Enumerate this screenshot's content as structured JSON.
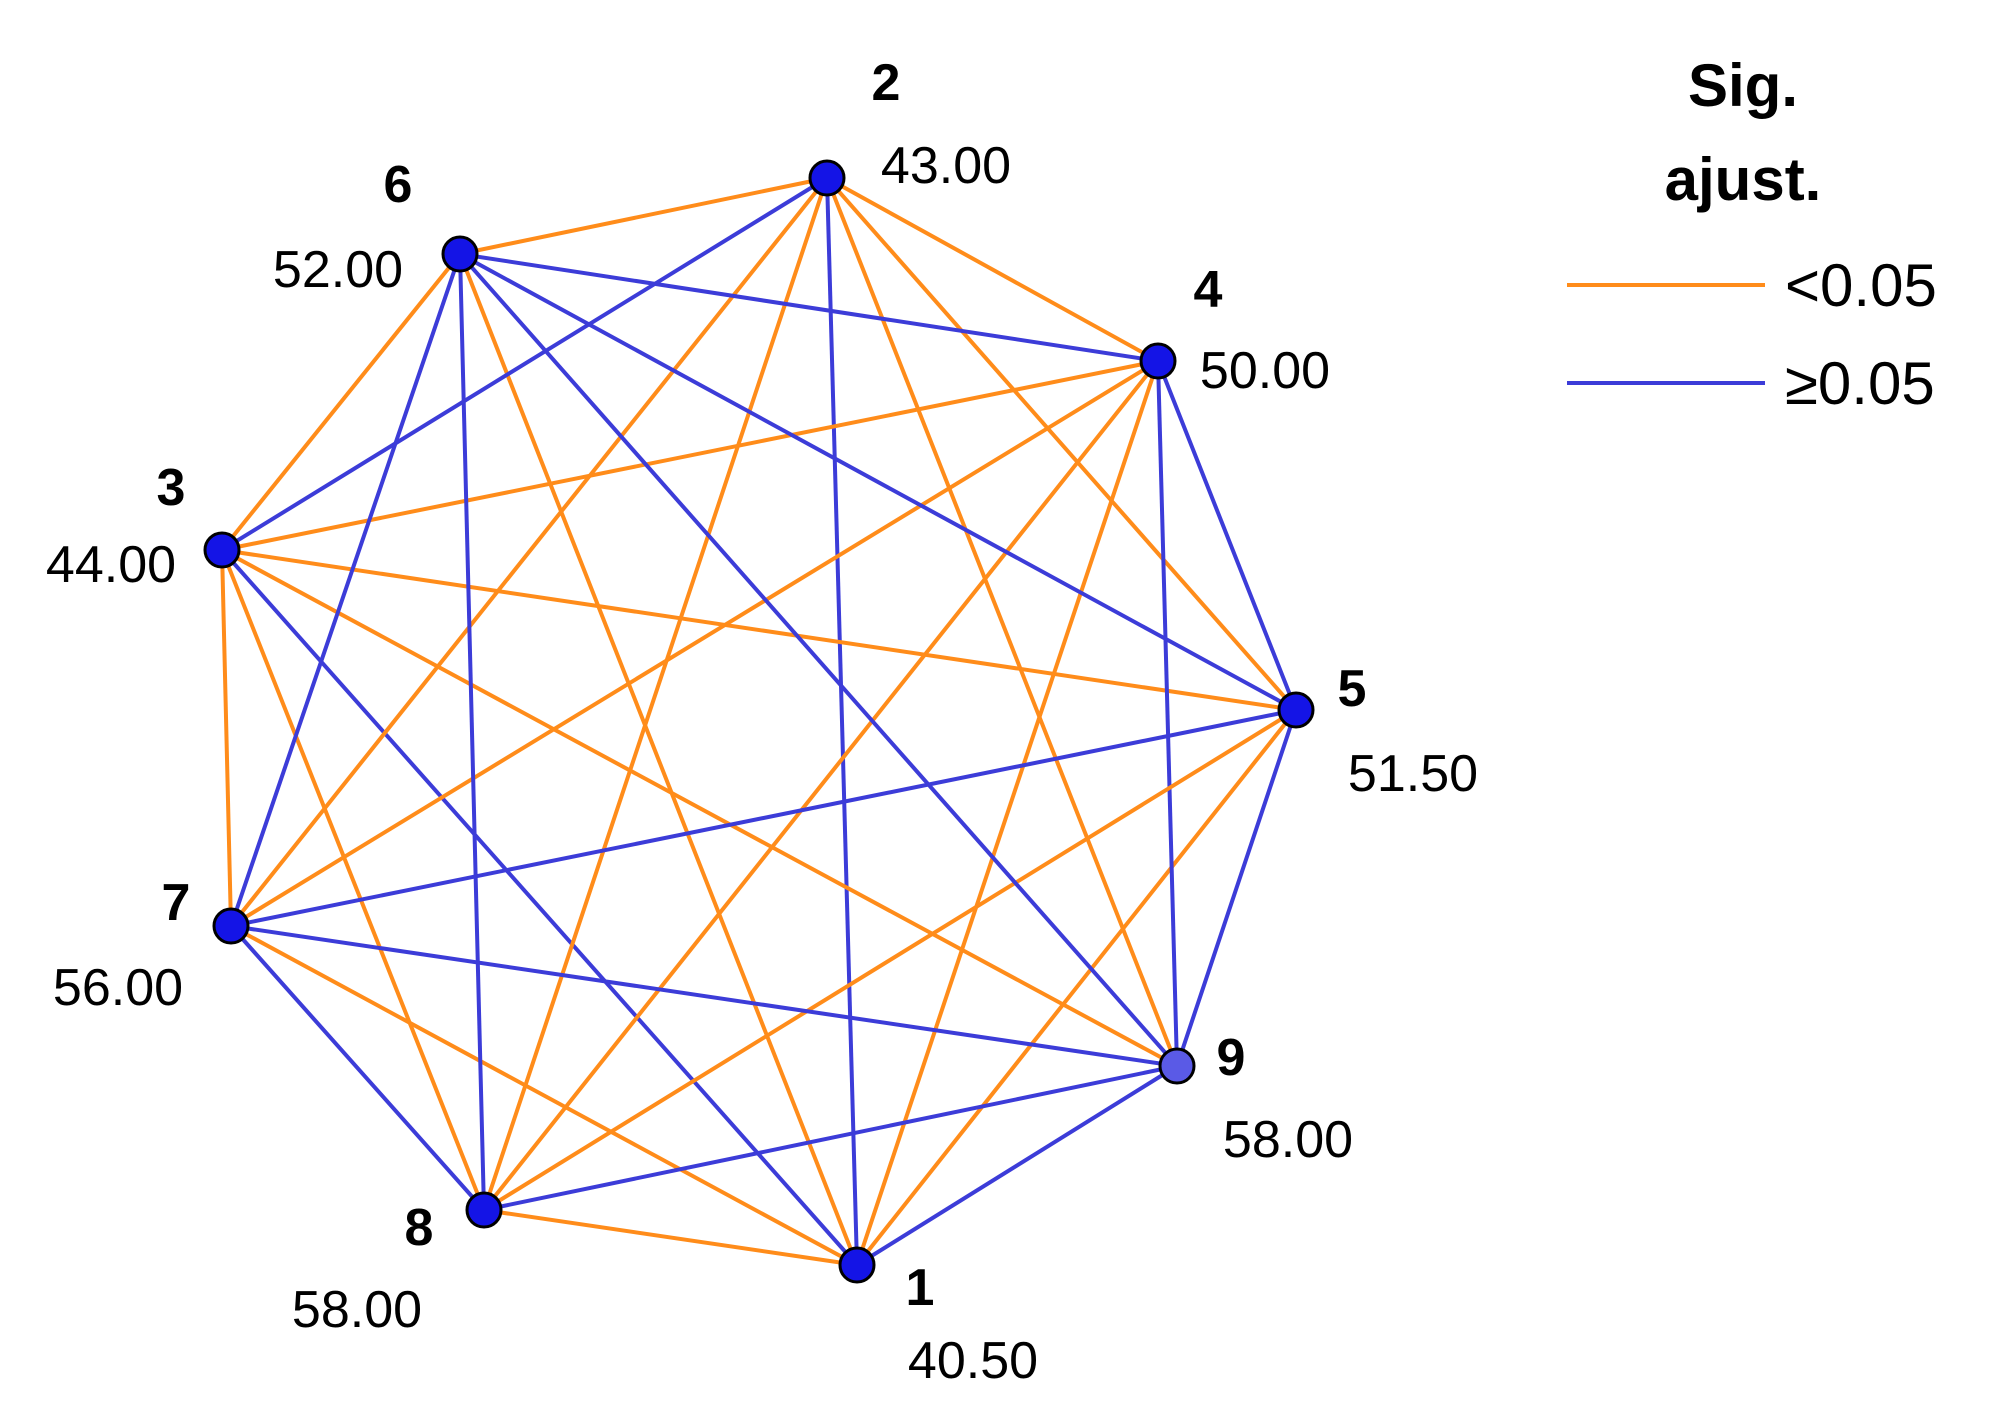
{
  "legend": {
    "title_line1": "Sig.",
    "title_line2": "ajust.",
    "items": [
      {
        "label": "<0.05",
        "color": "#FF8C1A"
      },
      {
        "label": "≥0.05",
        "color": "#3C3CD8"
      }
    ]
  },
  "nodes": [
    {
      "id": "1",
      "value": "40.50"
    },
    {
      "id": "2",
      "value": "43.00"
    },
    {
      "id": "3",
      "value": "44.00"
    },
    {
      "id": "4",
      "value": "50.00"
    },
    {
      "id": "5",
      "value": "51.50"
    },
    {
      "id": "6",
      "value": "52.00"
    },
    {
      "id": "7",
      "value": "56.00"
    },
    {
      "id": "8",
      "value": "58.00"
    },
    {
      "id": "9",
      "value": "58.00"
    }
  ],
  "edges": [
    {
      "a": "1",
      "b": "2",
      "sig": "≥0.05"
    },
    {
      "a": "1",
      "b": "3",
      "sig": "≥0.05"
    },
    {
      "a": "1",
      "b": "4",
      "sig": "<0.05"
    },
    {
      "a": "1",
      "b": "5",
      "sig": "<0.05"
    },
    {
      "a": "1",
      "b": "6",
      "sig": "<0.05"
    },
    {
      "a": "1",
      "b": "7",
      "sig": "<0.05"
    },
    {
      "a": "1",
      "b": "8",
      "sig": "<0.05"
    },
    {
      "a": "1",
      "b": "9",
      "sig": "≥0.05"
    },
    {
      "a": "2",
      "b": "3",
      "sig": "≥0.05"
    },
    {
      "a": "2",
      "b": "4",
      "sig": "<0.05"
    },
    {
      "a": "2",
      "b": "5",
      "sig": "<0.05"
    },
    {
      "a": "2",
      "b": "6",
      "sig": "<0.05"
    },
    {
      "a": "2",
      "b": "7",
      "sig": "<0.05"
    },
    {
      "a": "2",
      "b": "8",
      "sig": "<0.05"
    },
    {
      "a": "2",
      "b": "9",
      "sig": "<0.05"
    },
    {
      "a": "3",
      "b": "4",
      "sig": "<0.05"
    },
    {
      "a": "3",
      "b": "5",
      "sig": "<0.05"
    },
    {
      "a": "3",
      "b": "6",
      "sig": "<0.05"
    },
    {
      "a": "3",
      "b": "7",
      "sig": "<0.05"
    },
    {
      "a": "3",
      "b": "8",
      "sig": "<0.05"
    },
    {
      "a": "3",
      "b": "9",
      "sig": "<0.05"
    },
    {
      "a": "4",
      "b": "5",
      "sig": "≥0.05"
    },
    {
      "a": "4",
      "b": "6",
      "sig": "≥0.05"
    },
    {
      "a": "4",
      "b": "7",
      "sig": "<0.05"
    },
    {
      "a": "4",
      "b": "8",
      "sig": "<0.05"
    },
    {
      "a": "4",
      "b": "9",
      "sig": "≥0.05"
    },
    {
      "a": "5",
      "b": "6",
      "sig": "≥0.05"
    },
    {
      "a": "5",
      "b": "7",
      "sig": "≥0.05"
    },
    {
      "a": "5",
      "b": "8",
      "sig": "<0.05"
    },
    {
      "a": "5",
      "b": "9",
      "sig": "≥0.05"
    },
    {
      "a": "6",
      "b": "7",
      "sig": "≥0.05"
    },
    {
      "a": "6",
      "b": "8",
      "sig": "≥0.05"
    },
    {
      "a": "6",
      "b": "9",
      "sig": "≥0.05"
    },
    {
      "a": "7",
      "b": "8",
      "sig": "≥0.05"
    },
    {
      "a": "7",
      "b": "9",
      "sig": "≥0.05"
    },
    {
      "a": "8",
      "b": "9",
      "sig": "≥0.05"
    }
  ]
}
